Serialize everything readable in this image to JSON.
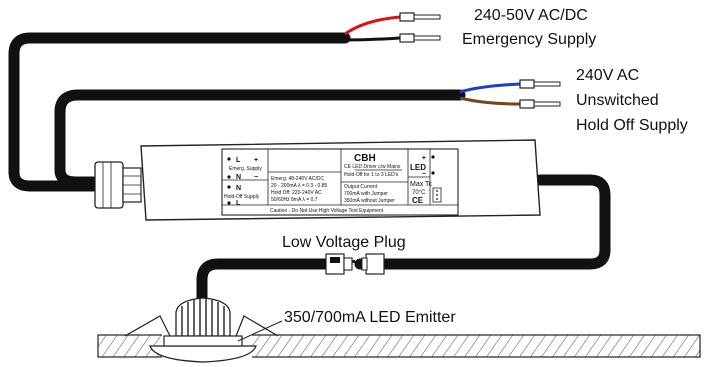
{
  "labels": {
    "emergency_voltage": "240-50V AC/DC",
    "emergency_supply": "Emergency Supply",
    "unswitched_voltage": "240V AC",
    "unswitched_line1": "Unswitched",
    "unswitched_line2": "Hold Off Supply",
    "low_voltage_plug": "Low Voltage Plug",
    "led_emitter": "350/700mA LED Emitter"
  },
  "driver": {
    "model": "CBH",
    "subtitle_1": "CE LED Driver c/w Mains",
    "subtitle_2": "Hold-Off for 1 to 3 LED's",
    "terminal_L_top": "L",
    "terminal_N_top": "N",
    "emerg_supply_label": "Emerg. Supply",
    "terminal_N_bottom": "N",
    "terminal_L_bottom": "L",
    "hold_off_supply_label": "Hold-Off Supply",
    "plus_sign": "+",
    "minus_sign": "−",
    "spec_line_1": "Emerg.  48-240V AC/DC",
    "spec_line_2": "20 - 200mA  λ = 0.3 - 0.85",
    "spec_line_3": "Hold Off: 220-240V AC",
    "spec_line_4": "50/60Hz  8mA  λ = 0.7",
    "output_title": "Output Current",
    "output_line_1": "700mA with Jumper",
    "output_line_2": "350mA without Jumper",
    "caution": "Caution - Do Not Use High Voltage Test Equipment",
    "led_label": "LED",
    "max_temp_label": "Max Tc",
    "max_temp_value": "70°C",
    "ce_mark": "CE"
  },
  "colors": {
    "cable": "#111111",
    "red_wire": "#e01010",
    "blue_wire": "#1a3fd0",
    "brown_wire": "#7a4318",
    "outline": "#222222"
  }
}
